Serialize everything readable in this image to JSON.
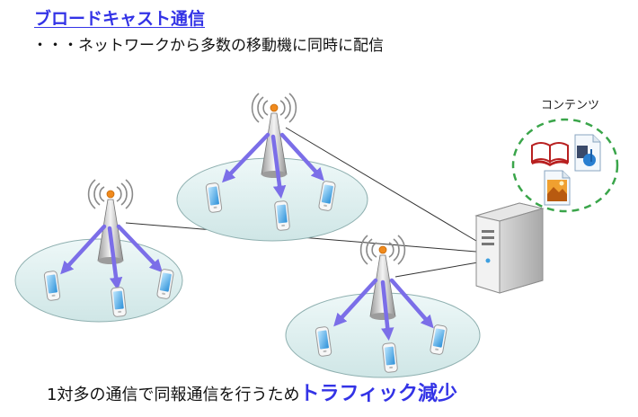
{
  "title": "ブロードキャスト通信",
  "subtitle": "・・・ネットワークから多数の移動機に同時に配信",
  "contents_label": "コンテンツ",
  "bottom": {
    "prefix": "1対多の通信で同報通信を行うため",
    "emphasis": "トラフィック減少"
  },
  "colors": {
    "title": "#3333e6",
    "arrow": "#7b6ee8",
    "cell_fill": "#dff0f0",
    "contents_ring": "#3aa54a",
    "tower_tip": "#f08a1d"
  },
  "icons": [
    "book-icon",
    "music-file-icon",
    "image-file-icon",
    "server-icon",
    "antenna-tower-icon",
    "mobile-phone-icon"
  ]
}
